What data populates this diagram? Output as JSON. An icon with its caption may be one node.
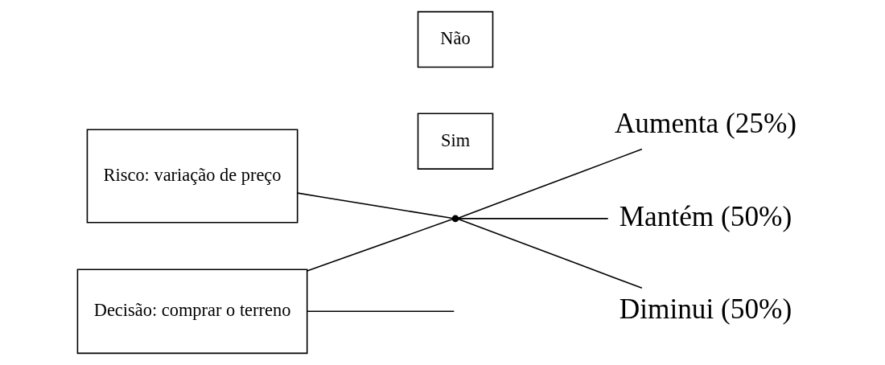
{
  "diagram": {
    "nodes": [
      {
        "text": [
          "Risco: variação de preço"
        ]
      },
      {
        "text": [
          "Sim"
        ]
      },
      {
        "text": [
          "Decisão: comprar o terreno"
        ]
      },
      {
        "text": [],
        "shape": "point"
      },
      {
        "text": [
          "Aumenta (25%)"
        ]
      },
      {
        "text": [
          "Mantém (50%)"
        ]
      },
      {
        "text": [
          "Diminui (50%)"
        ]
      },
      {
        "text": [
          "Não"
        ]
      }
    ],
    "edges": [
      {
        "from": 0,
        "to": 3,
        "arrow": "none"
      },
      {
        "from": 2,
        "to": 3,
        "arrow": "none"
      },
      {
        "from": 2,
        "to": null,
        "arrow": "none"
      },
      {
        "from": 3,
        "to": 4,
        "arrow": "none"
      },
      {
        "from": 3,
        "to": 5,
        "arrow": "none"
      },
      {
        "from": 3,
        "to": 6,
        "arrow": "none"
      }
    ]
  }
}
